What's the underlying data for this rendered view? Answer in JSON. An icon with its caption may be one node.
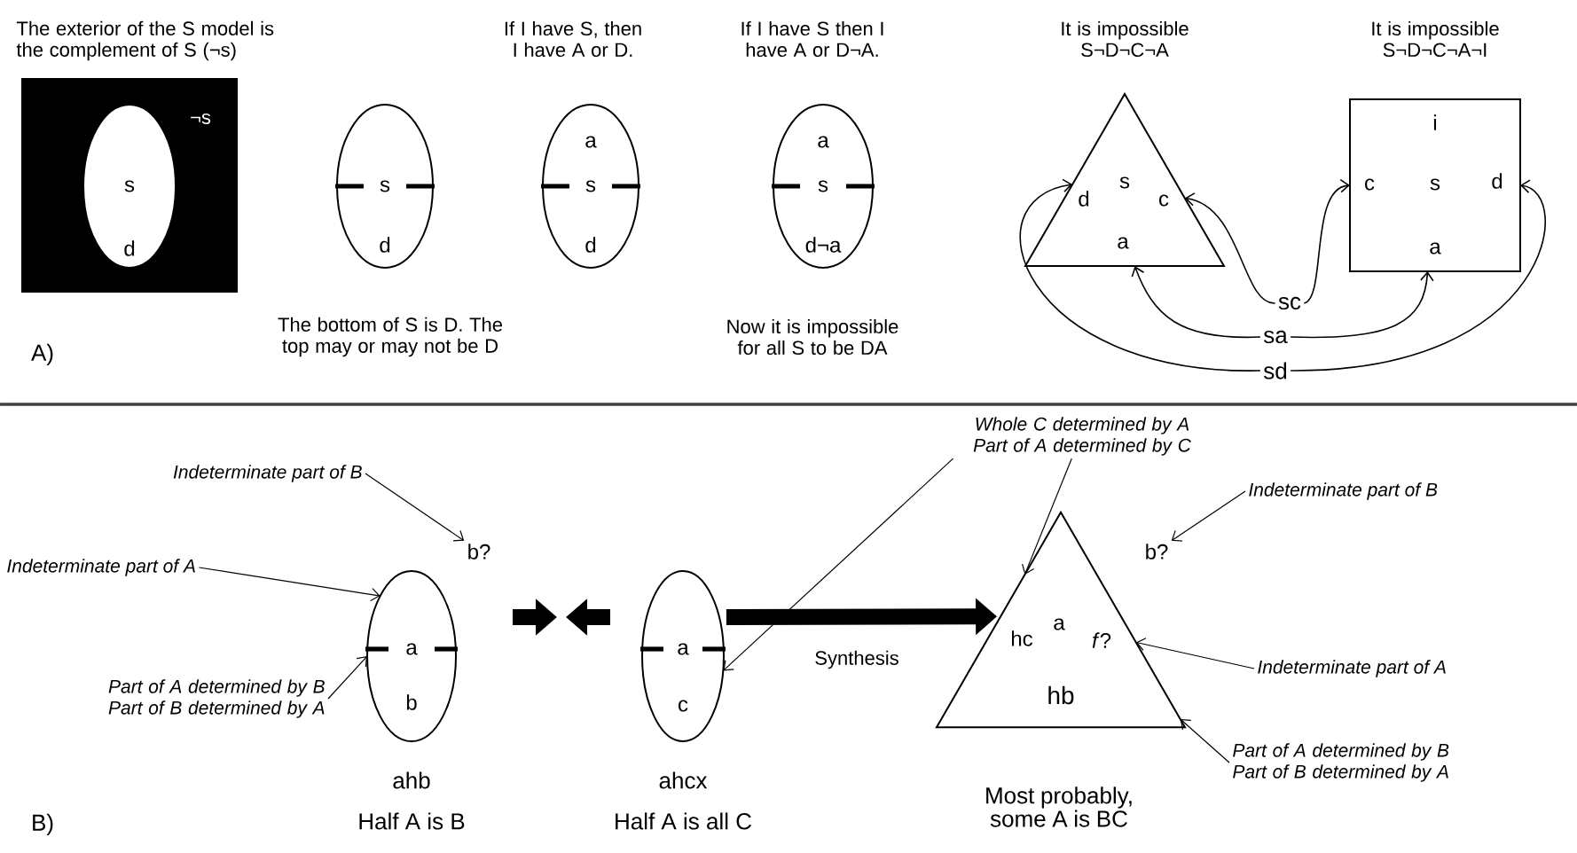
{
  "diagram": {
    "nodes": [
      {
        "text": [
          "The exterior of the S model is the complement of S (¬s)",
          "¬s"
        ]
      },
      {
        "text": [
          "s",
          "d"
        ],
        "in": 0
      },
      {
        "text": [
          "s",
          "d"
        ],
        "beside": [
          "The bottom of S is D. The top may or may not be D"
        ]
      },
      {
        "text": [
          "If I have S, then I have A or D.",
          "a",
          "s",
          "d"
        ]
      },
      {
        "text": [
          "If I have S then I have A or D¬A.",
          "a",
          "s",
          "d¬a"
        ],
        "beside": [
          "Now it is impossible for all S to be DA"
        ]
      },
      {
        "text": [
          "It is impossible S¬D¬C¬A",
          "d",
          "s",
          "c",
          "a"
        ]
      },
      {
        "text": [
          "It is impossible S¬D¬C¬A¬I",
          "i",
          "c",
          "s",
          "d",
          "a"
        ]
      },
      {
        "text": [
          "sc"
        ]
      },
      {
        "text": [
          "sa"
        ]
      },
      {
        "text": [
          "sd"
        ]
      },
      {
        "text": [
          "Indeterminate part of B"
        ]
      },
      {
        "text": [
          "b?"
        ]
      },
      {
        "text": [
          "Indeterminate part of A"
        ]
      },
      {
        "text": [
          "a",
          "b"
        ],
        "beside": [
          "ahb",
          "Half A is B"
        ]
      },
      {
        "text": [
          "Part of A determined by B Part of B determined by A"
        ]
      },
      {
        "text": [
          "a",
          "c"
        ],
        "beside": [
          "ahcx",
          "Half A is all C"
        ]
      },
      {
        "text": [
          "Whole C determined by A Part of A determined by C"
        ]
      },
      {
        "text": [
          "a",
          "hc",
          "*f*?",
          "hb"
        ],
        "beside": [
          "Most probably, some A is BC"
        ]
      },
      {
        "text": [
          "b?"
        ]
      },
      {
        "text": [
          "Indeterminate part of B"
        ]
      },
      {
        "text": [
          "Indeterminate part of A"
        ]
      },
      {
        "text": [
          "Part of A determined by B Part of B determined by A"
        ]
      }
    ],
    "edges": [
      {
        "from": 7,
        "to": 5,
        "arrow": "to"
      },
      {
        "from": 7,
        "to": 6,
        "arrow": "to"
      },
      {
        "from": 8,
        "to": 5,
        "arrow": "to"
      },
      {
        "from": 8,
        "to": 6,
        "arrow": "to"
      },
      {
        "from": 9,
        "to": 5,
        "arrow": "to"
      },
      {
        "from": 9,
        "to": 6,
        "arrow": "to"
      },
      {
        "from": 10,
        "to": 11,
        "arrow": "to"
      },
      {
        "from": 12,
        "to": 13,
        "arrow": "to"
      },
      {
        "from": 14,
        "to": 13,
        "arrow": "to"
      },
      {
        "from": 16,
        "to": 15,
        "arrow": "to"
      },
      {
        "from": 16,
        "to": 17,
        "arrow": "to"
      },
      {
        "from": 15,
        "to": 17,
        "arrow": "to",
        "style": "thick",
        "label": "Synthesis"
      },
      {
        "from": 19,
        "to": 18,
        "arrow": "to"
      },
      {
        "from": 20,
        "to": 17,
        "arrow": "to"
      },
      {
        "from": 21,
        "to": 17,
        "arrow": "to"
      }
    ],
    "labels": [
      "A)",
      "B)"
    ]
  }
}
